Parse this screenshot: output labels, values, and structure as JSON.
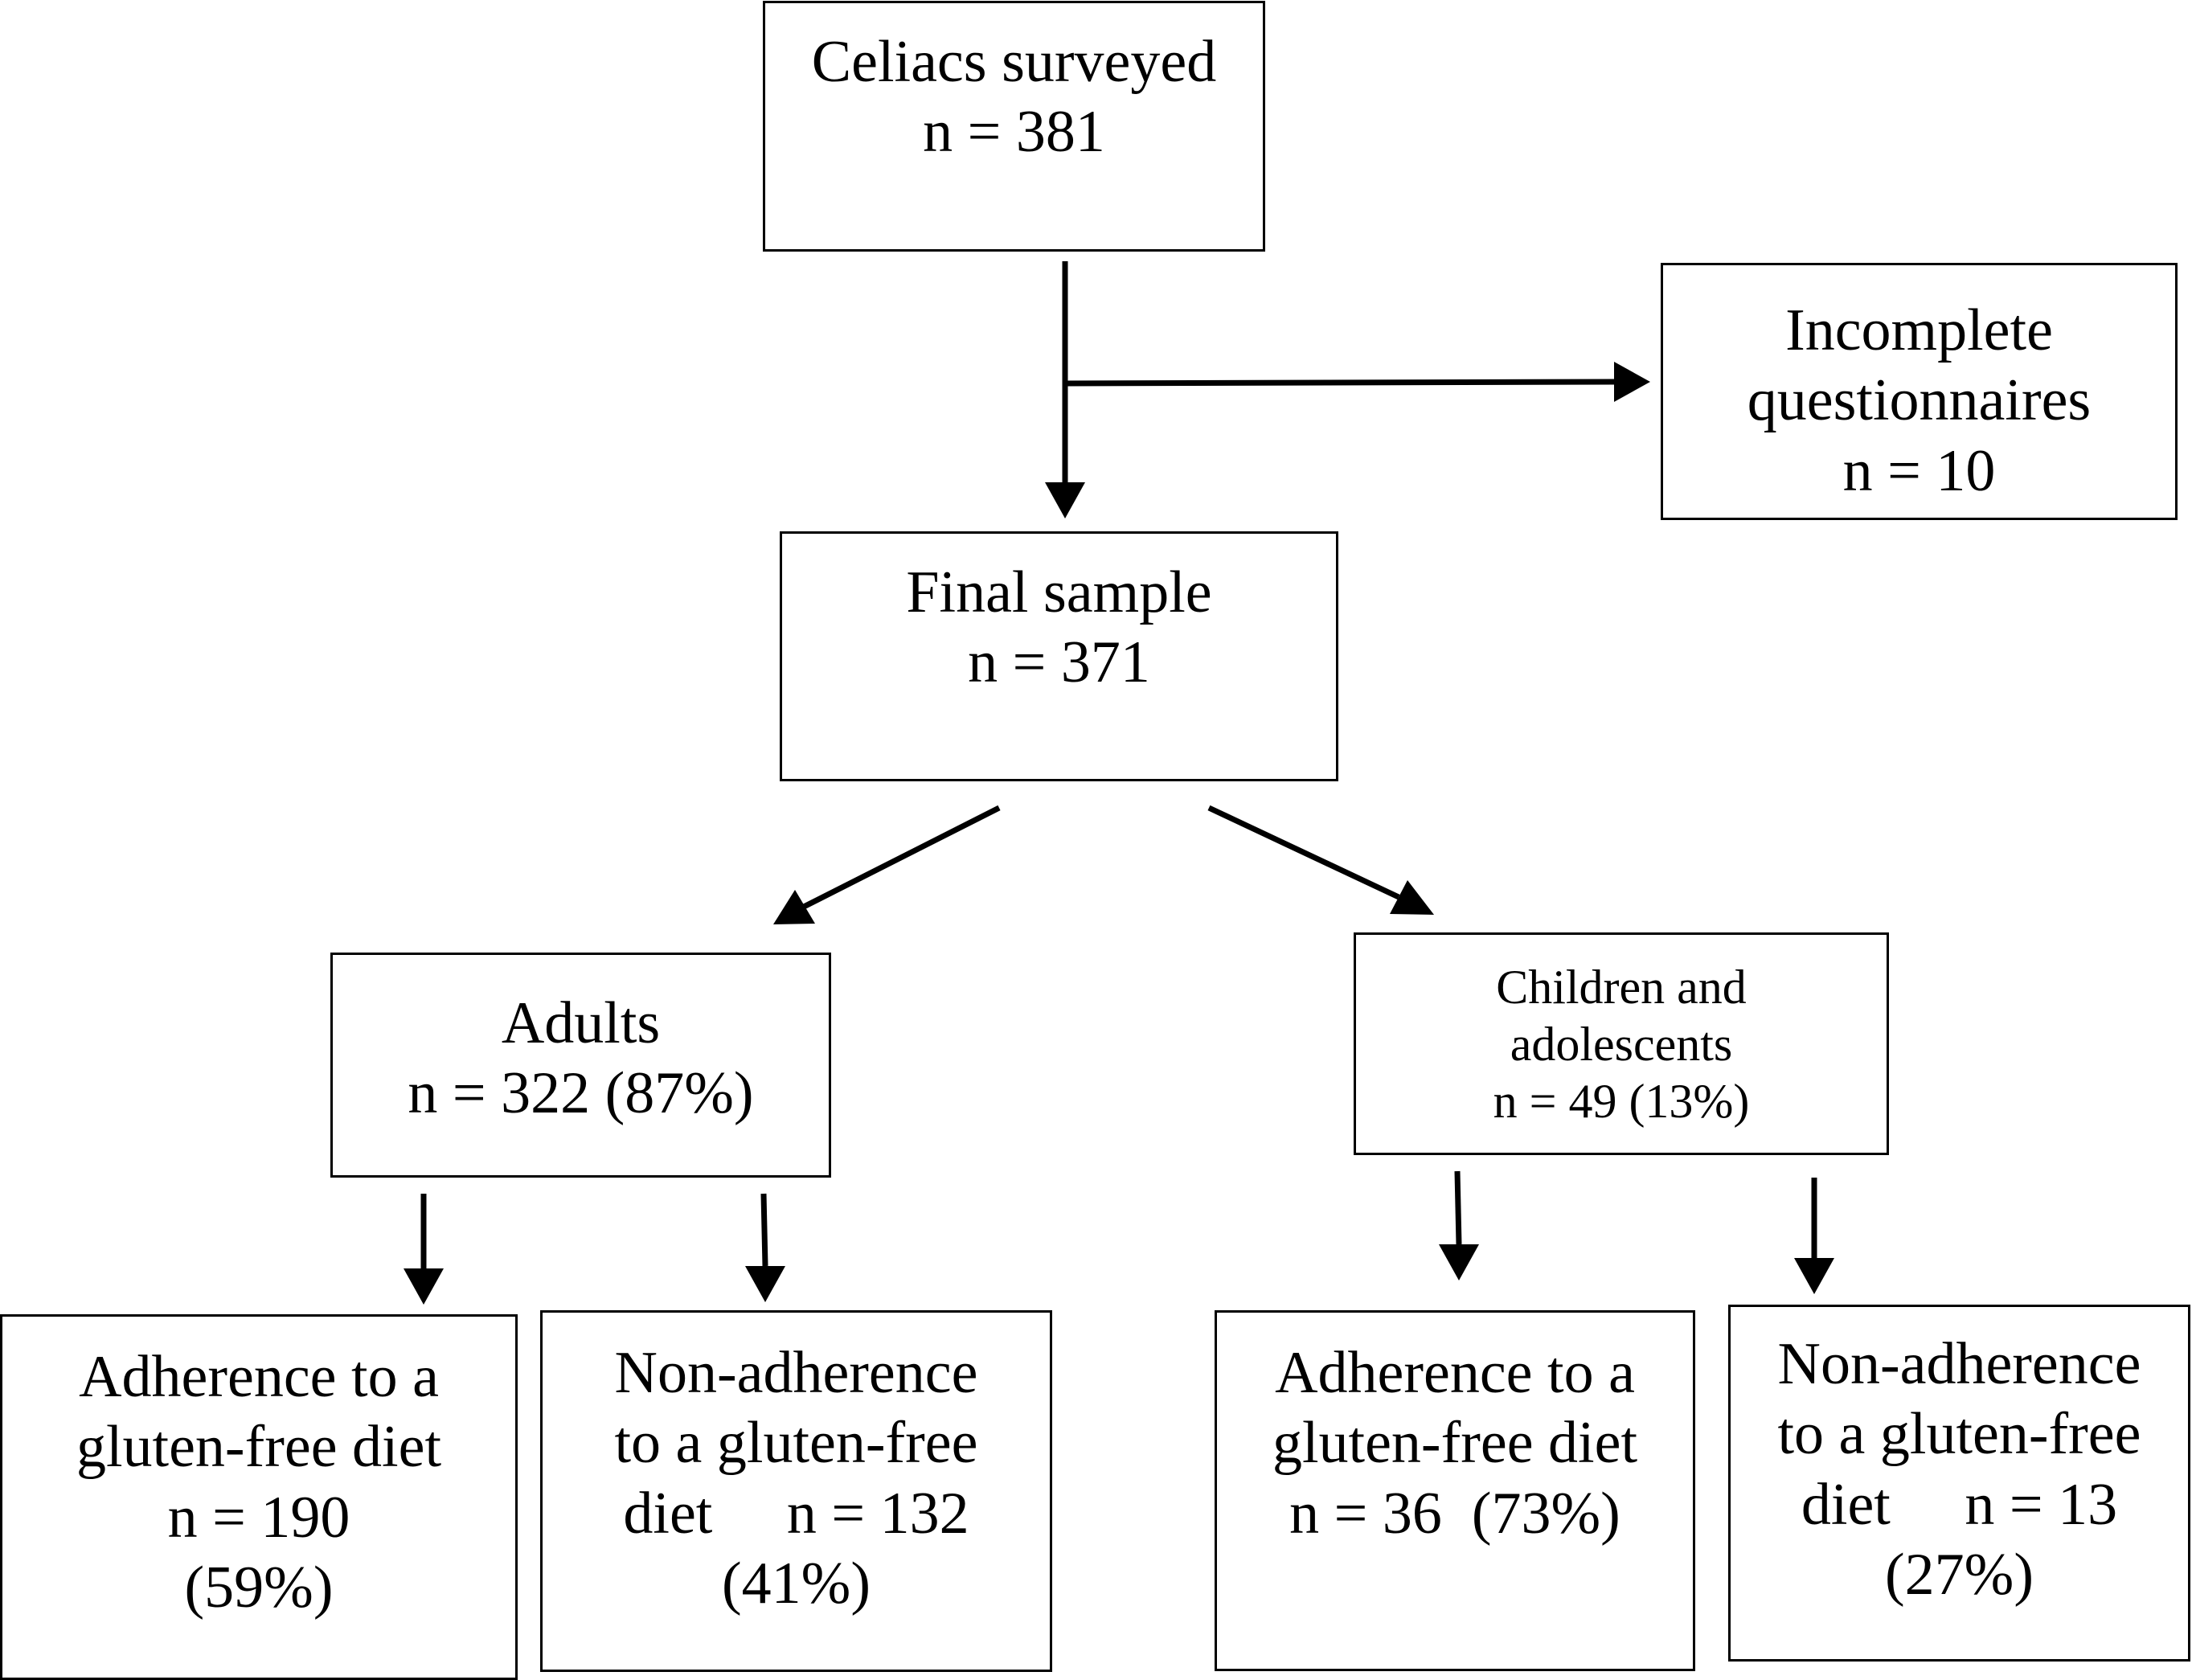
{
  "nodes": {
    "surveyed": {
      "lines": [
        "Celiacs surveyed",
        "n = 381"
      ]
    },
    "incomplete": {
      "lines": [
        "Incomplete",
        "questionnaires",
        "n = 10"
      ]
    },
    "final": {
      "lines": [
        "Final sample",
        "n = 371"
      ]
    },
    "adults": {
      "lines": [
        "Adults",
        "n = 322 (87%)"
      ]
    },
    "children": {
      "lines": [
        "Children and",
        "adolescents",
        "n = 49 (13%)"
      ]
    },
    "adults_adherence": {
      "lines": [
        "Adherence to a",
        "gluten-free diet",
        "n = 190",
        "(59%)"
      ]
    },
    "adults_nonadherence": {
      "lines": [
        "Non-adherence",
        "to a gluten-free",
        "diet     n = 132",
        "(41%)"
      ]
    },
    "children_adherence": {
      "lines": [
        "Adherence to a",
        "gluten-free diet",
        "n = 36  (73%)"
      ]
    },
    "children_nonadherence": {
      "lines": [
        "Non-adherence",
        "to a gluten-free",
        "diet     n = 13",
        "(27%)"
      ]
    }
  }
}
